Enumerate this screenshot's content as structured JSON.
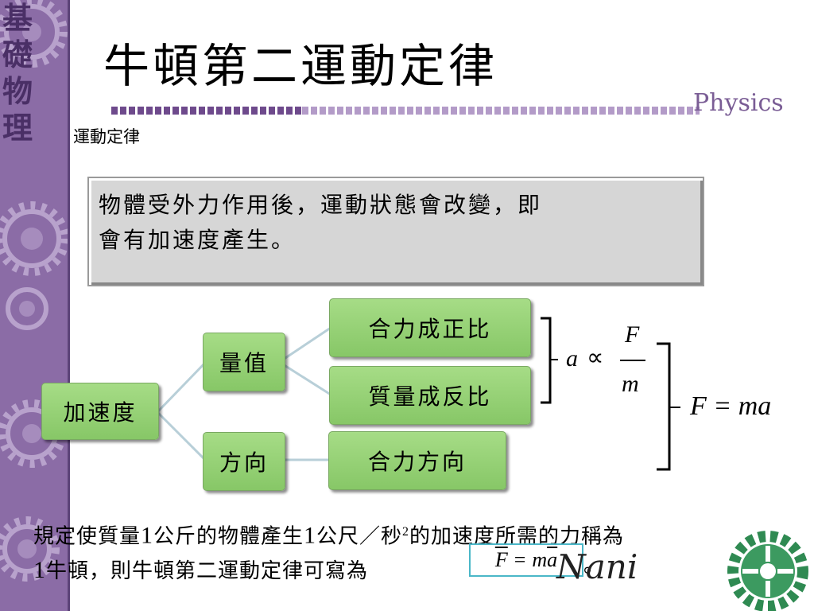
{
  "sidebar": {
    "chars": [
      "基",
      "礎",
      "物",
      "理"
    ]
  },
  "header": {
    "title": "牛頓第二運動定律",
    "brand": "Physics"
  },
  "subtitle": "運動定律",
  "definition": {
    "line1": "物體受外力作用後，運動狀態會改變，即",
    "line2": "會有加速度產生。"
  },
  "diagram": {
    "root": "加速度",
    "magnitude": "量值",
    "direction": "方向",
    "leaf_force": "合力成正比",
    "leaf_mass": "質量成反比",
    "leaf_direction": "合力方向"
  },
  "formulas": {
    "a": "a",
    "propto": "∝",
    "F": "F",
    "m": "m",
    "result": "F = ma"
  },
  "bottom": {
    "line1_a": "規定使質量",
    "one_a": "1",
    "line1_b": "公斤的物體產生",
    "one_b": "1",
    "line1_c": "公尺／秒",
    "sup": "2",
    "line1_d": "的加速度所需的力稱為",
    "one_c": "1",
    "line2": "牛頓，則牛頓第二運動定律可寫為",
    "eq_F": "F",
    "eq_eq": "=",
    "eq_m": "m",
    "eq_a": "a",
    "period": "。"
  },
  "signature": "Nani",
  "colors": {
    "sidebar": "#8b6ca6",
    "node": "#98d278",
    "accent": "#4ab7c8"
  }
}
